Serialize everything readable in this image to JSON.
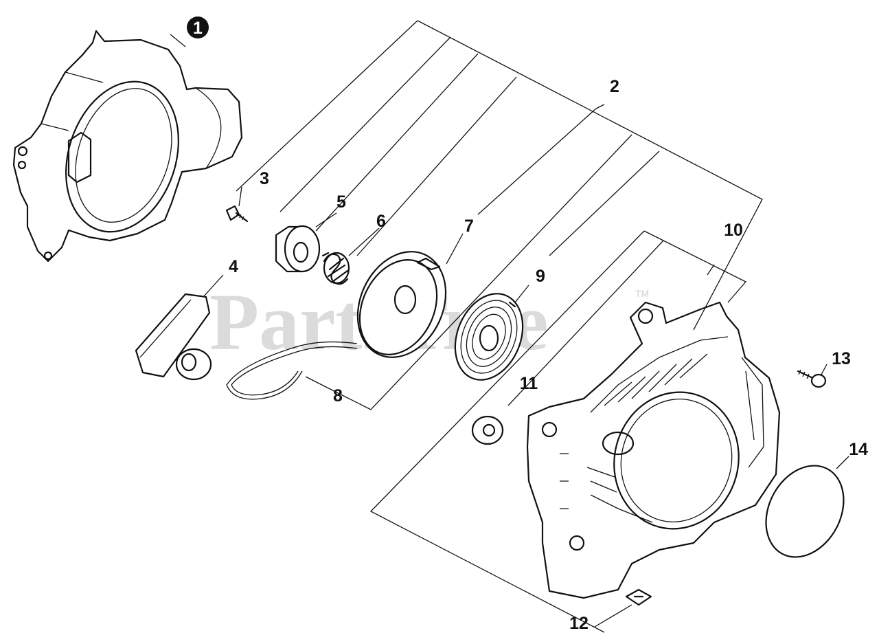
{
  "watermark": {
    "text": "PartsTree",
    "tm": "TM"
  },
  "callouts": {
    "c1": "1",
    "c2": "2",
    "c3": "3",
    "c4": "4",
    "c5": "5",
    "c6": "6",
    "c7": "7",
    "c8": "8",
    "c9": "9",
    "c10": "10",
    "c11": "11",
    "c12": "12",
    "c13": "13",
    "c14": "14"
  }
}
